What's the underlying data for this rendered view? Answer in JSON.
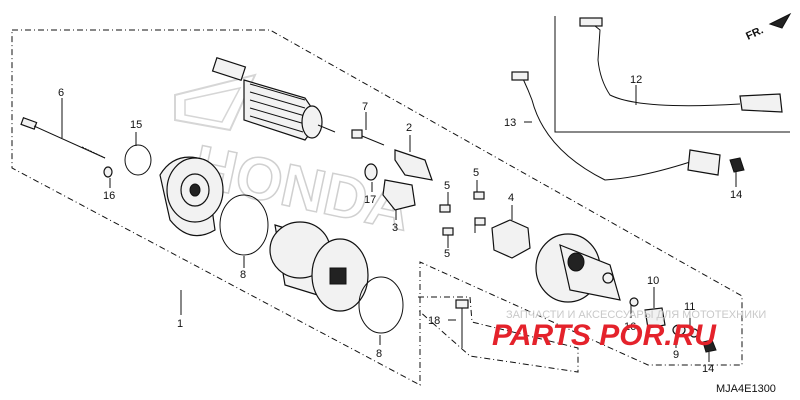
{
  "diagram": {
    "watermark_brand": "HONDA",
    "watermark_line1": "ЗАПЧАСТИ И АКСЕССУАРЫ ДЛЯ МОТОТЕХНИКИ",
    "watermark_line2": "PARTS POR.RU",
    "front_indicator": "FR.",
    "diagram_code": "MJA4E1300",
    "callouts": [
      {
        "id": "c1",
        "text": "1"
      },
      {
        "id": "c2",
        "text": "2"
      },
      {
        "id": "c3",
        "text": "3"
      },
      {
        "id": "c4",
        "text": "4"
      },
      {
        "id": "c5a",
        "text": "5"
      },
      {
        "id": "c5b",
        "text": "5"
      },
      {
        "id": "c5c",
        "text": "5"
      },
      {
        "id": "c6",
        "text": "6"
      },
      {
        "id": "c7",
        "text": "7"
      },
      {
        "id": "c8a",
        "text": "8"
      },
      {
        "id": "c8b",
        "text": "8"
      },
      {
        "id": "c9",
        "text": "9"
      },
      {
        "id": "c10",
        "text": "10"
      },
      {
        "id": "c11",
        "text": "11"
      },
      {
        "id": "c12",
        "text": "12"
      },
      {
        "id": "c13",
        "text": "13"
      },
      {
        "id": "c14a",
        "text": "14"
      },
      {
        "id": "c14b",
        "text": "14"
      },
      {
        "id": "c15",
        "text": "15"
      },
      {
        "id": "c16a",
        "text": "16"
      },
      {
        "id": "c16b",
        "text": "16"
      },
      {
        "id": "c17",
        "text": "17"
      },
      {
        "id": "c18",
        "text": "18"
      }
    ]
  }
}
